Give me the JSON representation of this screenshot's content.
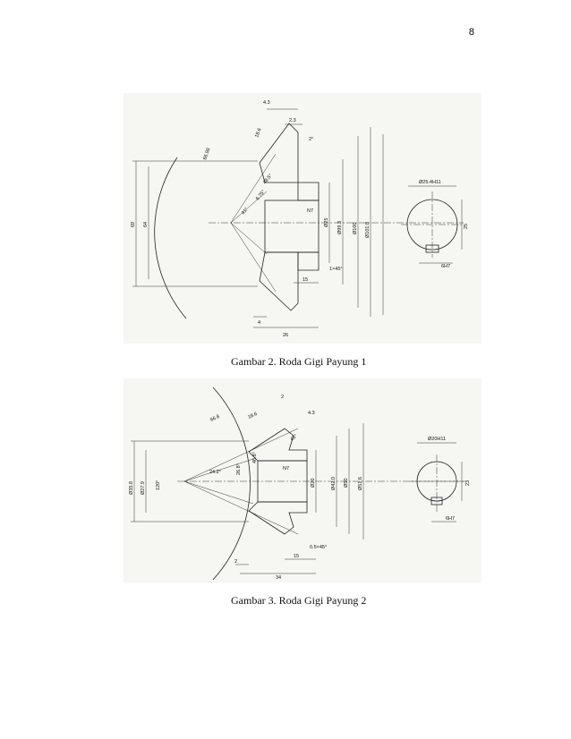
{
  "page": {
    "number": "8"
  },
  "figure1": {
    "caption": "Gambar 2. Roda Gigi Payung 1",
    "dims": {
      "d4_3": "4.3",
      "d2_3": "2.3",
      "d18_6": "18.6",
      "d66_98": "66.98",
      "d2deg": "2°",
      "d69": "69",
      "d64": "64",
      "d48_5": "48.5°",
      "d6_75": "6.75°",
      "d41": "41°",
      "n7": "N7",
      "phi25": "Ø25",
      "phi99_3": "Ø99.3",
      "phi100": "Ø100",
      "phi101_8": "Ø101.8",
      "chamfer": "1×45°",
      "d15": "15",
      "d4": "4",
      "d26": "26",
      "bore": "Ø25.4H11",
      "key": "6H7",
      "d25": "25"
    }
  },
  "figure2": {
    "caption": "Gambar 3. Roda Gigi Payung 2",
    "dims": {
      "d2": "2",
      "d4_3": "4.3",
      "d18_6": "18.6",
      "d66_8": "66.8",
      "d45deg": "45°",
      "d35_8": "Ø35.8",
      "d27_9": "Ø27.9",
      "d120": "120°",
      "d24_2": "24.2°",
      "d26_8": "26.8°",
      "d48_8": "48.8°",
      "n7": "N7",
      "phi20": "Ø20",
      "phi42": "Ø42.0",
      "phi50": "Ø50",
      "phi51_6": "Ø51.6",
      "chamfer": "0.5×45°",
      "d15": "15",
      "d2b": "2",
      "d34": "34",
      "bore": "Ø20H11",
      "key": "6H7",
      "d23": "23"
    }
  }
}
